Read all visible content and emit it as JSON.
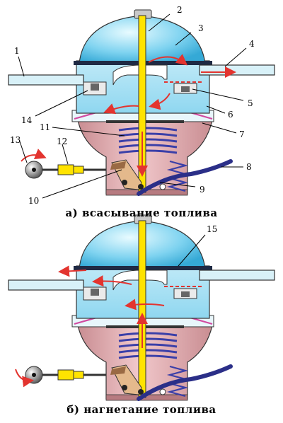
{
  "diagram": {
    "captions": {
      "top": "а)  всасывание  топлива",
      "bottom": "б)  нагнетание  топлива"
    },
    "callouts": [
      "1",
      "2",
      "3",
      "4",
      "5",
      "6",
      "7",
      "8",
      "9",
      "10",
      "11",
      "12",
      "13",
      "14",
      "15"
    ],
    "colors": {
      "dome": "#7fd3f0",
      "dome_light": "#d8f4fb",
      "body": "#e7b3b7",
      "body_dark": "#c98d92",
      "rod": "#ffe300",
      "spring": "#3a3fa8",
      "lever": "#2b2f88",
      "flow": "#e3342f",
      "gasket": "#d14aa0"
    }
  }
}
